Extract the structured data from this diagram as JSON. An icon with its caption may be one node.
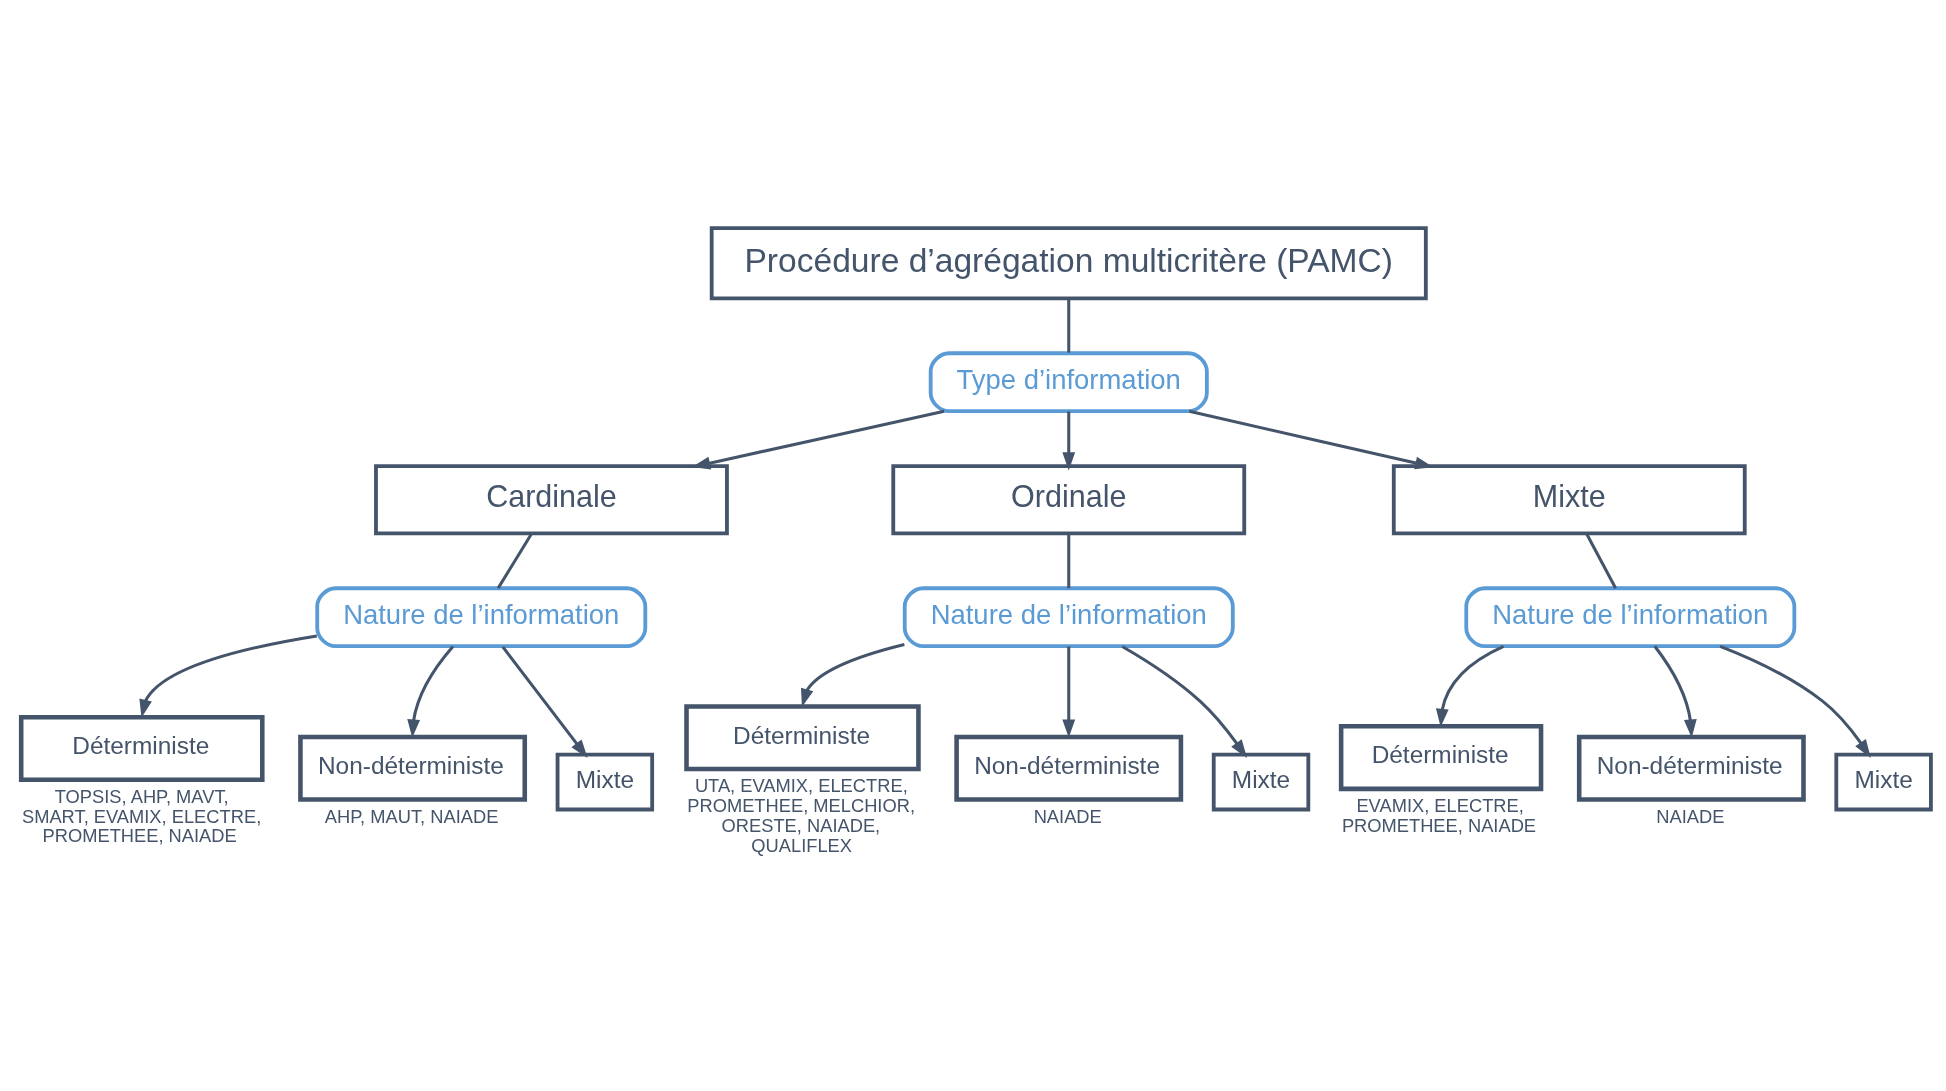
{
  "diagram": {
    "nodes": [
      {
        "text": [
          "Procédure d’agrégation multicritère (PAMC)"
        ]
      },
      {
        "text": [
          "Type d’information"
        ]
      },
      {
        "text": [
          "Cardinale"
        ]
      },
      {
        "text": [
          "Nature de l’information"
        ]
      },
      {
        "text": [
          "Déterministe"
        ],
        "beside": [
          "TOPSIS, AHP, MAVT, SMART, EVAMIX, ELECTRE, PROMETHEE, NAIADE"
        ]
      },
      {
        "text": [
          "Non-déterministe"
        ],
        "beside": [
          "AHP, MAUT, NAIADE"
        ]
      },
      {
        "text": [
          "Mixte"
        ]
      },
      {
        "text": [
          "Ordinale"
        ]
      },
      {
        "text": [
          "Nature de l’information"
        ]
      },
      {
        "text": [
          "Déterministe"
        ],
        "beside": [
          "UTA, EVAMIX, ELECTRE, PROMETHEE, MELCHIOR, ORESTE, NAIADE, QUALIFLEX"
        ]
      },
      {
        "text": [
          "Non-déterministe"
        ],
        "beside": [
          "NAIADE"
        ]
      },
      {
        "text": [
          "Mixte"
        ]
      },
      {
        "text": [
          "Mixte"
        ]
      },
      {
        "text": [
          "Nature de l’information"
        ]
      },
      {
        "text": [
          "Déterministe"
        ],
        "beside": [
          "EVAMIX, ELECTRE, PROMETHEE, NAIADE"
        ]
      },
      {
        "text": [
          "Non-déterministe"
        ],
        "beside": [
          "NAIADE"
        ]
      },
      {
        "text": [
          "Mixte"
        ]
      }
    ],
    "edges": [
      {
        "from": 0,
        "to": 1,
        "arrow": "none"
      },
      {
        "from": 1,
        "to": 2,
        "arrow": "to"
      },
      {
        "from": 1,
        "to": 7,
        "arrow": "to"
      },
      {
        "from": 1,
        "to": 12,
        "arrow": "to"
      },
      {
        "from": 2,
        "to": 3,
        "arrow": "none"
      },
      {
        "from": 3,
        "to": 4,
        "arrow": "to"
      },
      {
        "from": 3,
        "to": 5,
        "arrow": "to"
      },
      {
        "from": 3,
        "to": 6,
        "arrow": "to"
      },
      {
        "from": 7,
        "to": 8,
        "arrow": "none"
      },
      {
        "from": 8,
        "to": 9,
        "arrow": "to"
      },
      {
        "from": 8,
        "to": 10,
        "arrow": "to"
      },
      {
        "from": 8,
        "to": 11,
        "arrow": "to"
      },
      {
        "from": 12,
        "to": 13,
        "arrow": "none"
      },
      {
        "from": 13,
        "to": 14,
        "arrow": "to"
      },
      {
        "from": 13,
        "to": 15,
        "arrow": "to"
      },
      {
        "from": 13,
        "to": 16,
        "arrow": "to"
      }
    ]
  }
}
